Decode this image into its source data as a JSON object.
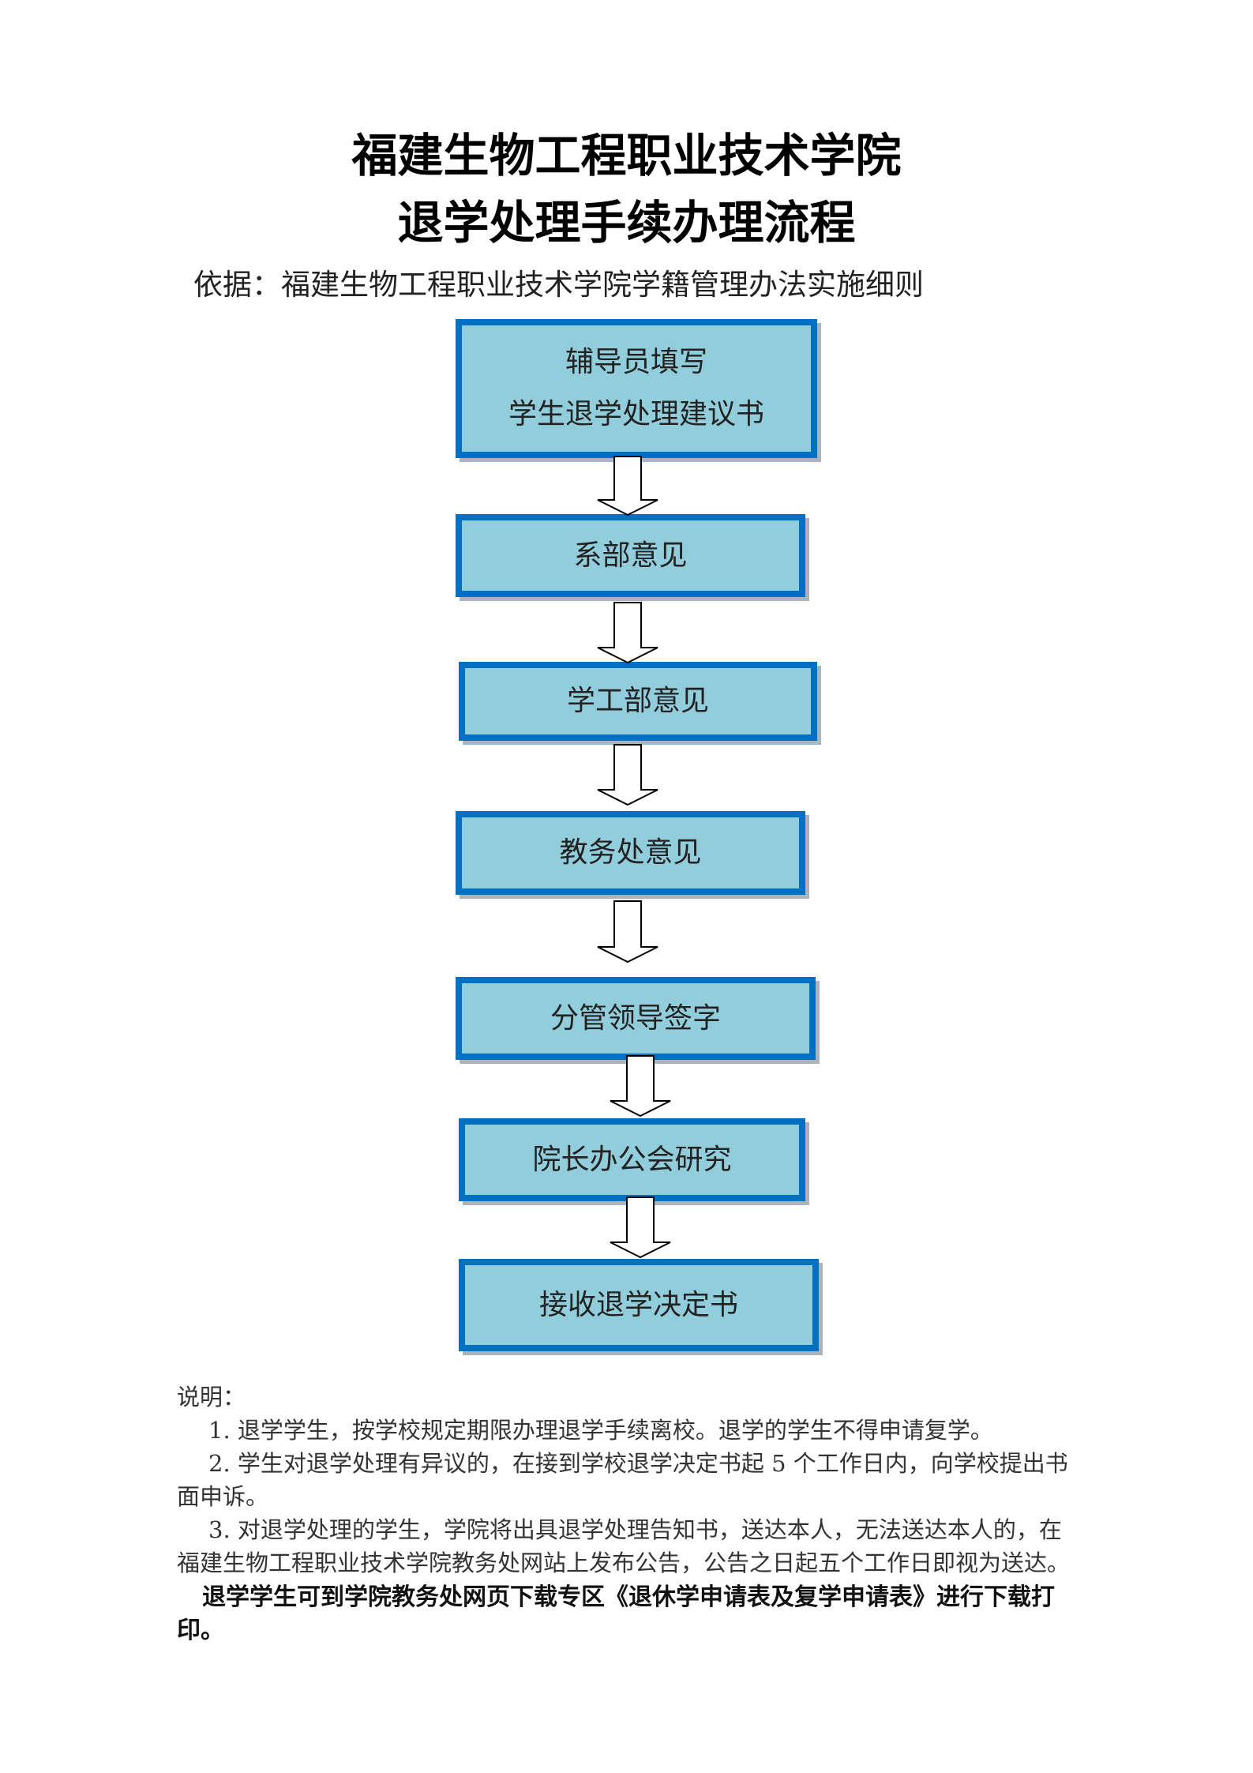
{
  "title": {
    "line1": "福建生物工程职业技术学院",
    "line2": "退学处理手续办理流程"
  },
  "basis": "依据：福建生物工程职业技术学院学籍管理办法实施细则",
  "flow": {
    "steps": [
      {
        "line1": "辅导员填写",
        "line2": "学生退学处理建议书"
      },
      {
        "line1": "系部意见"
      },
      {
        "line1": "学工部意见"
      },
      {
        "line1": "教务处意见"
      },
      {
        "line1": "分管领导签字"
      },
      {
        "line1": "院长办公会研究"
      },
      {
        "line1": "接收退学决定书"
      }
    ]
  },
  "notes": {
    "heading": "说明：",
    "items": [
      "1. 退学学生，按学校规定期限办理退学手续离校。退学的学生不得申请复学。",
      "2. 学生对退学处理有异议的，在接到学校退学决定书起 5 个工作日内，向学校提出书面申诉。",
      "3. 对退学处理的学生，学院将出具退学处理告知书，送达本人，无法送达本人的，在福建生物工程职业技术学院教务处网站上发布公告，公告之日起五个工作日即视为送达。"
    ],
    "final": "退学学生可到学院教务处网页下载专区《退休学申请表及复学申请表》进行下载打印。"
  },
  "colors": {
    "box_fill": "#92cddc",
    "box_border": "#0070c0"
  }
}
